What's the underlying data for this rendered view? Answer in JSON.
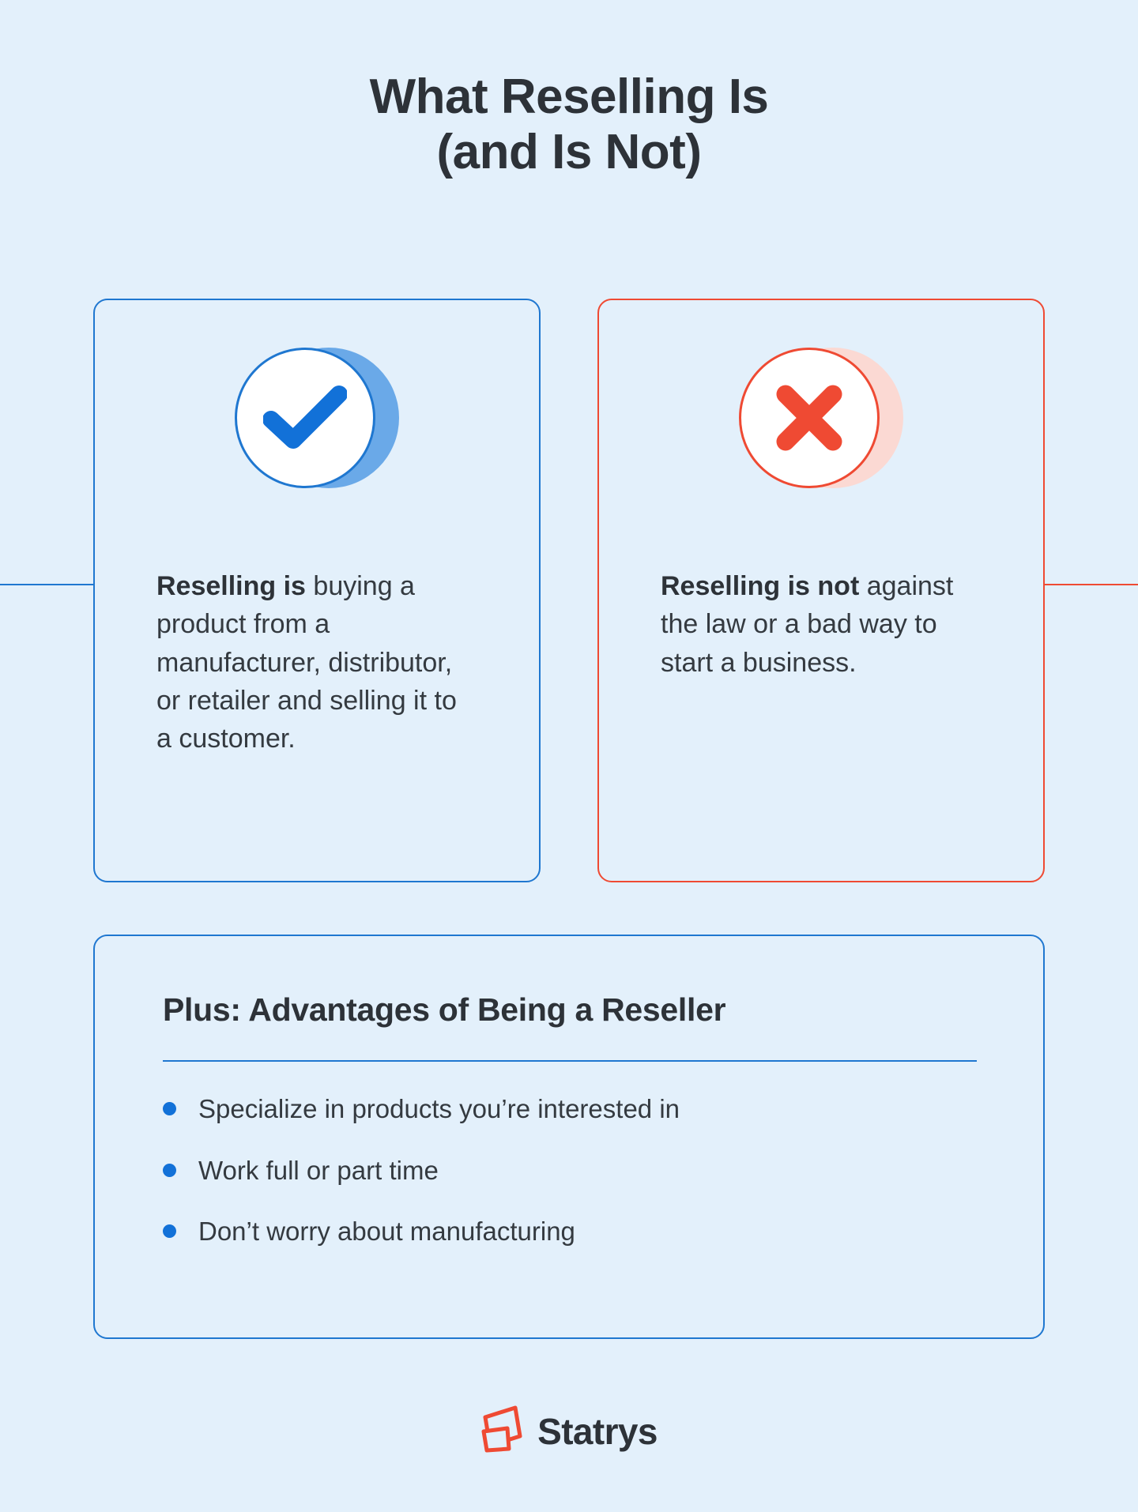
{
  "title": {
    "line1": "What Reselling Is",
    "line2": "(and Is Not)"
  },
  "cards": [
    {
      "id": "reselling-is",
      "icon": "check-circle-icon",
      "accent": "#1f77d0",
      "lead": "Reselling is",
      "body": " buying a product from a manufacturer, distributor, or retailer and selling it to a customer."
    },
    {
      "id": "reselling-is-not",
      "icon": "x-circle-icon",
      "accent": "#ef4a33",
      "lead": "Reselling is not",
      "body": " against the law or a bad way to start a business."
    }
  ],
  "advantages": {
    "title": "Plus: Advantages of Being a Reseller",
    "items": [
      "Specialize in products you’re interested in",
      "Work full or part time",
      "Don’t worry about manufacturing"
    ]
  },
  "footer": {
    "brand": "Statrys",
    "logo_icon": "statrys-cards-logo-icon"
  },
  "colors": {
    "background": "#e3f0fb",
    "blue": "#1f77d0",
    "blue_dot": "#1271d8",
    "blue_shadow": "#6aa9e8",
    "red": "#ef4a33",
    "red_shadow": "#fbd9d3",
    "text": "#343a40",
    "heading": "#2d3238"
  }
}
